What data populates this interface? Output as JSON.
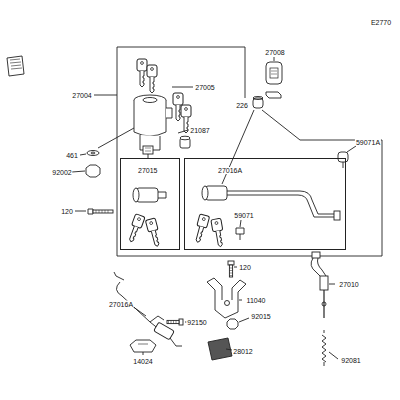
{
  "diagram": {
    "nodes": [
      {
        "text": [
          "27015"
        ]
      },
      {
        "text": [
          "27016A"
        ]
      }
    ],
    "labels": [
      "E2770",
      "27004",
      "27005",
      "21087",
      "461",
      "92002",
      "120",
      "226",
      "59071A",
      "59071",
      "27008",
      "120",
      "11040",
      "27010",
      "92015",
      "28012",
      "92081",
      "27016A",
      "92150",
      "14024"
    ]
  }
}
